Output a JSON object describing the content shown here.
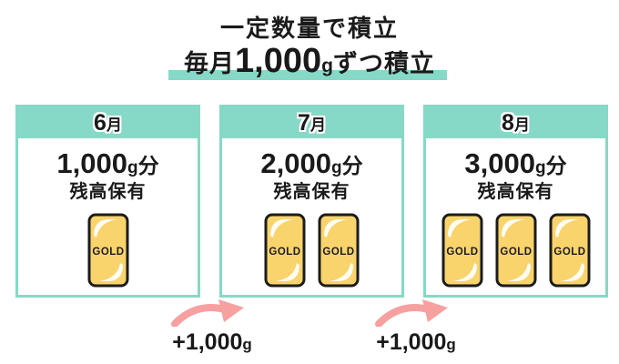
{
  "header": {
    "title": "一定数量で積立",
    "subtitle": {
      "prefix": "毎月",
      "amount": "1,000",
      "unit": "g",
      "suffix": "ずつ積立"
    }
  },
  "cards": [
    {
      "month_number": "6",
      "month_kanji": "月",
      "amount": "1,000",
      "unit": "g",
      "suffix": "分",
      "holding": "残高保有",
      "bars": 1
    },
    {
      "month_number": "7",
      "month_kanji": "月",
      "amount": "2,000",
      "unit": "g",
      "suffix": "分",
      "holding": "残高保有",
      "bars": 2
    },
    {
      "month_number": "8",
      "month_kanji": "月",
      "amount": "3,000",
      "unit": "g",
      "suffix": "分",
      "holding": "残高保有",
      "bars": 3
    }
  ],
  "gold_bar_label": "GOLD",
  "arrows": [
    {
      "amount": "+1,000",
      "unit": "g"
    },
    {
      "amount": "+1,000",
      "unit": "g"
    }
  ],
  "colors": {
    "mint": "#85d9c6",
    "pink": "#f7a0a0",
    "gold": "#f9d46c",
    "gold_border": "#1c1c1c",
    "text": "#1a1a1a"
  }
}
